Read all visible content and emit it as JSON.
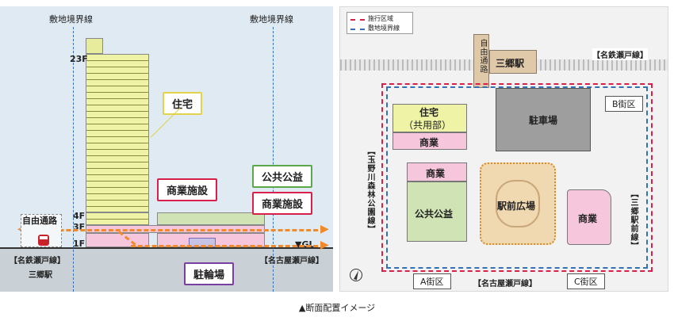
{
  "section": {
    "boundary_left": "敷地境界線",
    "boundary_right": "敷地境界線",
    "floors": {
      "top": "23F",
      "f4": "4F",
      "f3": "3F",
      "f1": "1F",
      "gl": "▼GL"
    },
    "callouts": {
      "residential": "住宅",
      "commercial_left": "商業施設",
      "public": "公共公益",
      "commercial_right": "商業施設",
      "bike_parking": "駐輪場",
      "free_passage": "自由通路"
    },
    "rail_left": "【名鉄瀬戸線】",
    "station": "三郷駅",
    "rail_right": "【名古屋瀬戸線】"
  },
  "plan": {
    "legend": {
      "construction_area": "施行区域",
      "site_boundary": "敷地境界線"
    },
    "rail_label": "【名鉄瀬戸線】",
    "station": "三郷駅",
    "free_passage": "自由通路",
    "residential": "住宅",
    "residential_sub": "（共用部）",
    "commercial_top": "商業",
    "commercial_mid": "商業",
    "public": "公共公益",
    "parking": "駐車場",
    "plaza": "駅前広場",
    "commercial_right": "商業",
    "park_road": "【玉野川森林公園線】",
    "station_road": "【三郷駅前線】",
    "block_b": "B街区",
    "block_a": "A街区",
    "block_c": "C街区",
    "rail_bottom": "【名古屋瀬戸線】"
  },
  "caption": "▲断面配置イメージ",
  "colors": {
    "residential": "#eef3a6",
    "commercial": "#f6c7dc",
    "public": "#cfe3b4",
    "parking": "#9e9e9e",
    "plaza": "#f0d9b0",
    "boundary_line": "#3470b5",
    "area_line": "#d8214a",
    "passage": "#f08a2a"
  }
}
